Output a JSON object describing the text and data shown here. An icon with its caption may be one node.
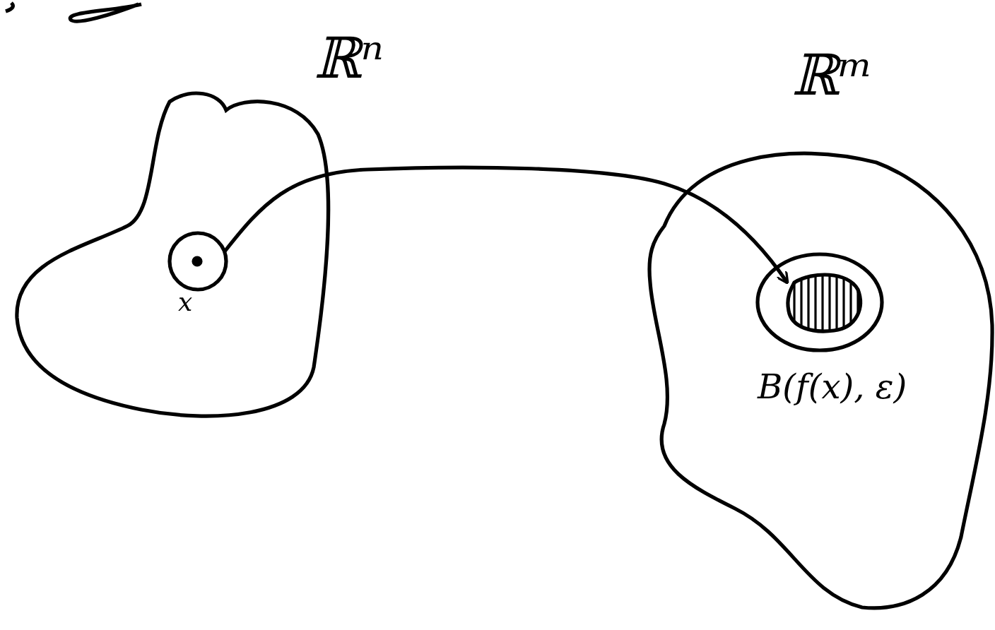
{
  "diagram": {
    "nodes": [
      {
        "text": [],
        "shape": "cloud",
        "beside": [
          "ℝⁿ"
        ]
      },
      {
        "text": [],
        "shape": "circle",
        "in": 0,
        "beside": [
          "x"
        ]
      },
      {
        "text": [],
        "shape": "cloud",
        "beside": [
          "ℝᵐ"
        ]
      },
      {
        "text": [],
        "shape": "circle",
        "in": 2,
        "beside": [
          "B(f(x), ε)"
        ]
      },
      {
        "text": [],
        "shape": "cloud",
        "in": 3
      }
    ],
    "edges": [
      {
        "from": 1,
        "to": 4,
        "arrow": "to"
      }
    ]
  }
}
